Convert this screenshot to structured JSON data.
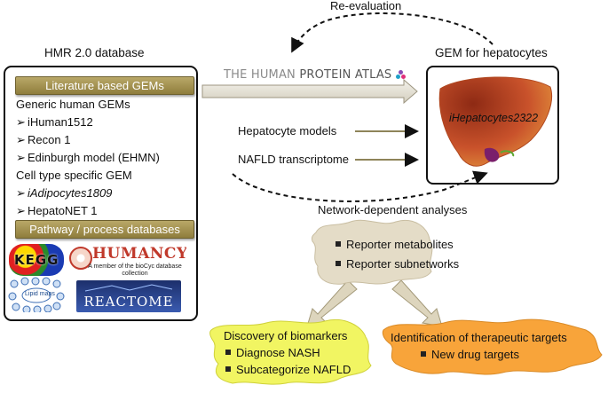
{
  "reevaluation": "Re-evaluation",
  "hmr": {
    "title": "HMR 2.0 database",
    "literature_bar": "Literature based GEMs",
    "generic_heading": "Generic human GEMs",
    "generic_items": [
      "iHuman1512",
      "Recon 1",
      "Edinburgh model (EHMN)"
    ],
    "celltype_heading": "Cell type specific GEM",
    "celltype_items": [
      "iAdipocytes1809",
      "HepatoNET 1"
    ],
    "pathway_bar": "Pathway / process databases"
  },
  "logos": {
    "kegg": "KEGG",
    "humancyc_title": "HUMANCYC",
    "humancyc_sub": "A member of the bioCyc database collection",
    "lipidmaps": "Lipid maps",
    "reactome": "REACTOME"
  },
  "hpa": {
    "part1": "THE HUMAN ",
    "part2": "PROTEIN ATLAS"
  },
  "inputs": [
    "Hepatocyte models",
    "NAFLD transcriptome"
  ],
  "gem": {
    "title": "GEM for hepatocytes",
    "model_name": "iHepatocytes2322"
  },
  "network_title": "Network-dependent analyses",
  "reporter": [
    "Reporter metabolites",
    "Reporter subnetworks"
  ],
  "biomarkers": {
    "title": "Discovery of biomarkers",
    "items": [
      "Diagnose NASH",
      "Subcategorize NAFLD"
    ]
  },
  "targets": {
    "title": "Identification of therapeutic targets",
    "items": [
      "New drug targets"
    ]
  },
  "colors": {
    "olive": "#a39152",
    "beige_blob": "#e4dcc7",
    "green_blob": "#f1f562",
    "orange_blob": "#f8a43a",
    "liver": "#c9522b"
  }
}
